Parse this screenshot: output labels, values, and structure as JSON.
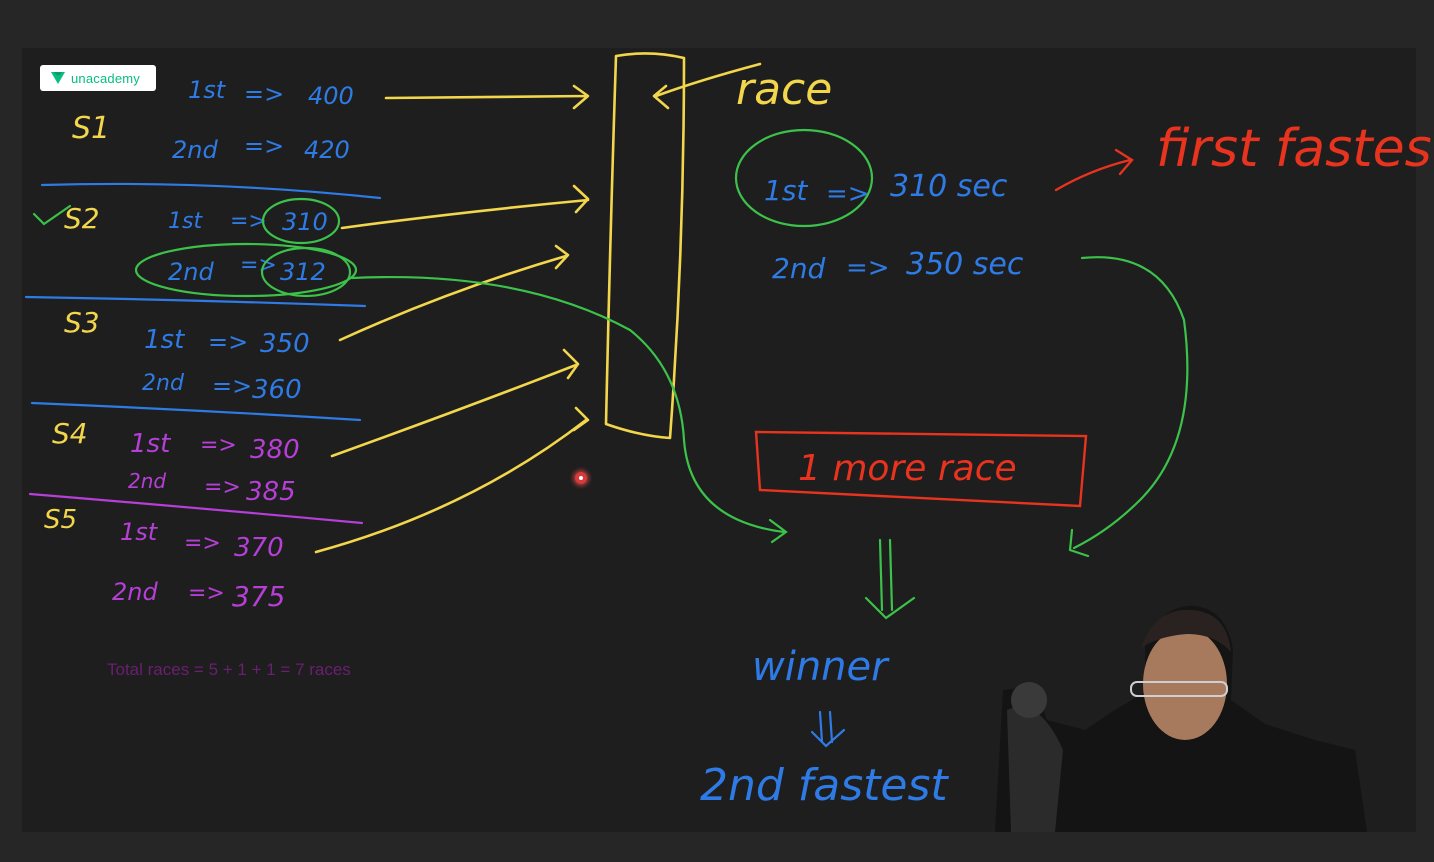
{
  "brand": {
    "name": "unacademy"
  },
  "board": {
    "sections": [
      {
        "label": "S1",
        "color": "#f2d64b",
        "rows": [
          {
            "place": "1st",
            "value": "400"
          },
          {
            "place": "2nd",
            "value": "420"
          }
        ]
      },
      {
        "label": "S2",
        "color": "#f2d64b",
        "rows": [
          {
            "place": "1st",
            "value": "310"
          },
          {
            "place": "2nd",
            "value": "312"
          }
        ]
      },
      {
        "label": "S3",
        "color": "#f2d64b",
        "rows": [
          {
            "place": "1st",
            "value": "350"
          },
          {
            "place": "2nd",
            "value": "360"
          }
        ]
      },
      {
        "label": "S4",
        "color": "#f2d64b",
        "rows": [
          {
            "place": "1st",
            "value": "380"
          },
          {
            "place": "2nd",
            "value": "385"
          }
        ]
      },
      {
        "label": "S5",
        "color": "#f2d64b",
        "rows": [
          {
            "place": "1st",
            "value": "370"
          },
          {
            "place": "2nd",
            "value": "375"
          }
        ]
      }
    ],
    "race_label": "race",
    "results": [
      {
        "place": "1st",
        "arrow": "=>",
        "value": "310 sec"
      },
      {
        "place": "2nd",
        "arrow": "=>",
        "value": "350 sec"
      }
    ],
    "first_fastest": "first fastest",
    "more_race": "1 more race",
    "winner": "winner",
    "second_fastest": "2nd fastest",
    "arrow": "=>",
    "typed_note": "Total races = 5 + 1 + 1 = 7 races"
  },
  "colors": {
    "yellow": "#f2d64b",
    "blue": "#2f7be6",
    "green": "#3cc24a",
    "red": "#e8331f",
    "purple": "#b63fd6",
    "note": "#6b1f73"
  },
  "icons": {
    "logo": "unacademy-logo-icon",
    "pointer": "laser-pointer-icon",
    "camera": "webcam-overlay"
  }
}
